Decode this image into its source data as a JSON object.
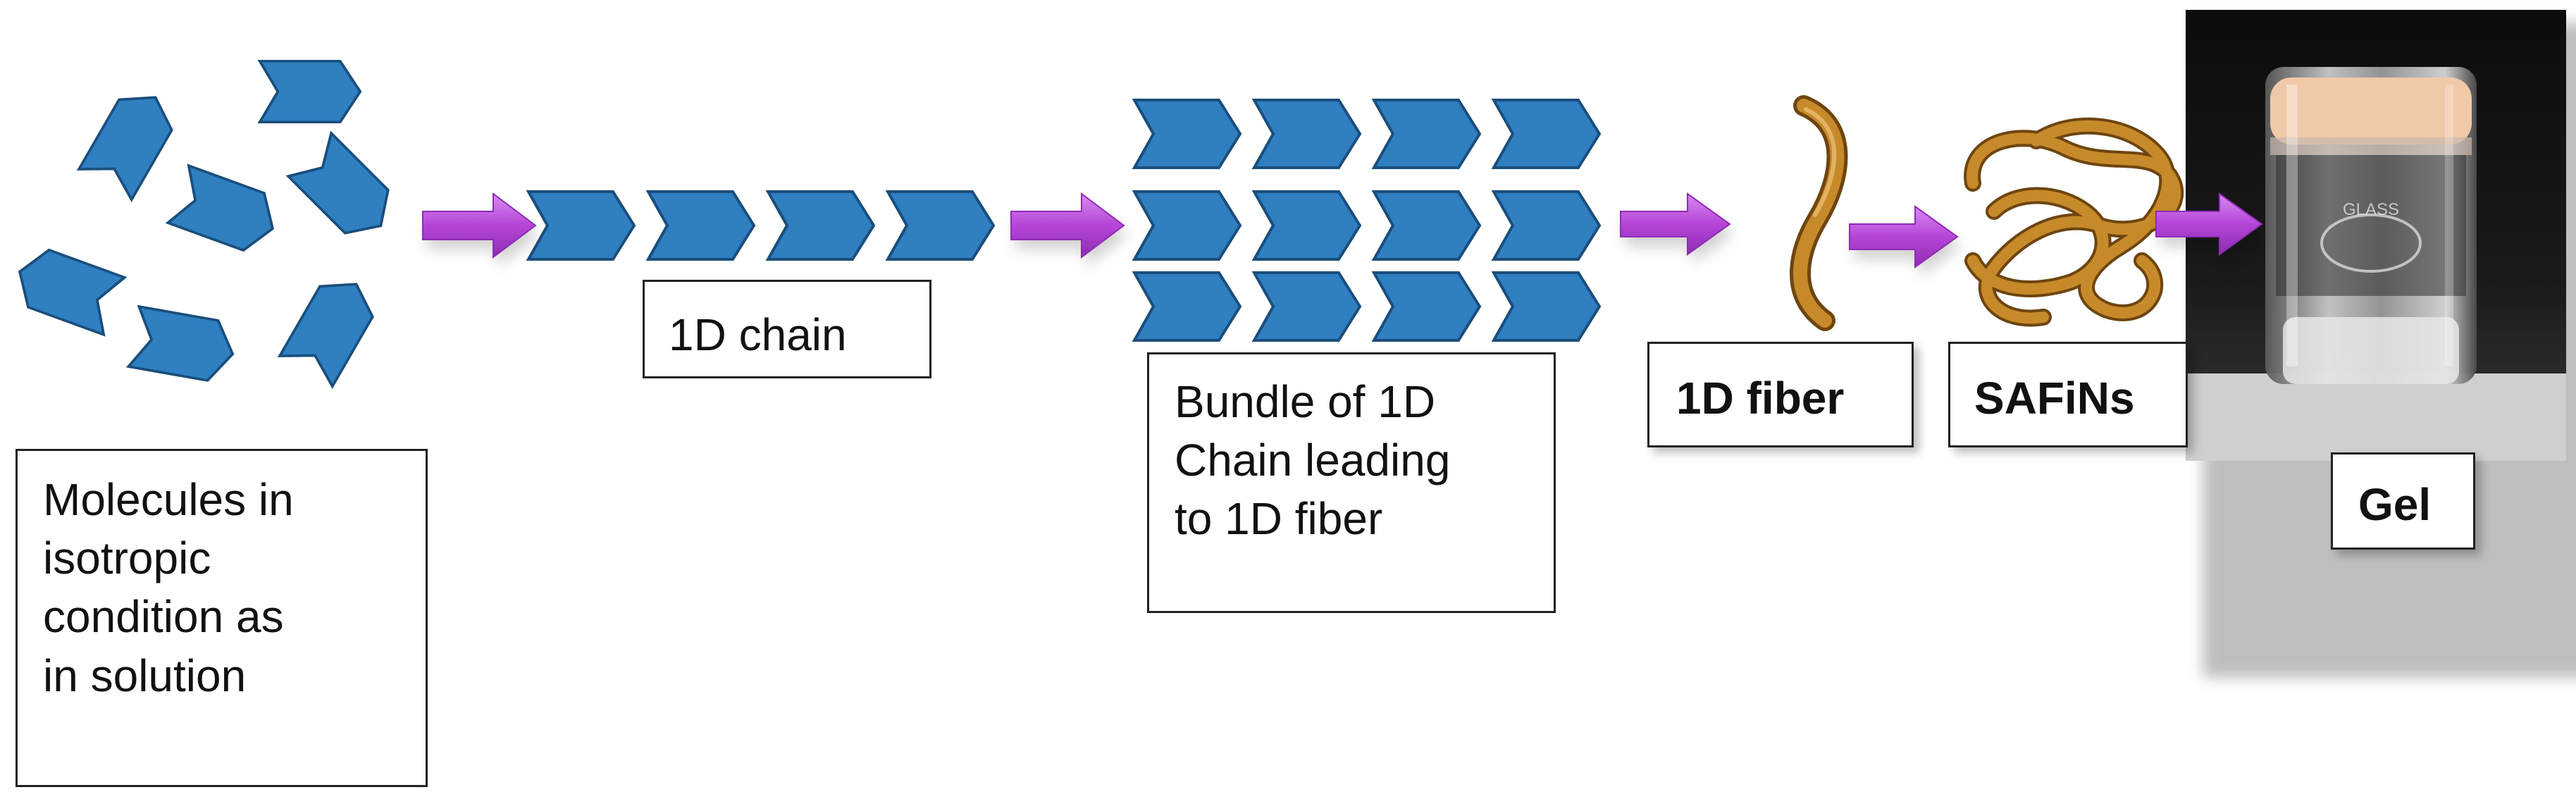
{
  "labels": {
    "molecules": "Molecules in\nisotropic\ncondition as\nin solution",
    "chain": "1D chain",
    "bundle": "Bundle of 1D\nChain leading\nto 1D fiber",
    "fiber": "1D fiber",
    "safins": "SAFiNs",
    "gel": "Gel"
  },
  "photo_text": {
    "brand": "GLASS"
  },
  "colors": {
    "molecule_fill": "#2f7fc1",
    "molecule_stroke": "#1a4e7c",
    "arrow": "#b545d8",
    "fiber": "#b97a1d",
    "photo_bg": "#111111",
    "gel_top": "#f0c9a8"
  }
}
